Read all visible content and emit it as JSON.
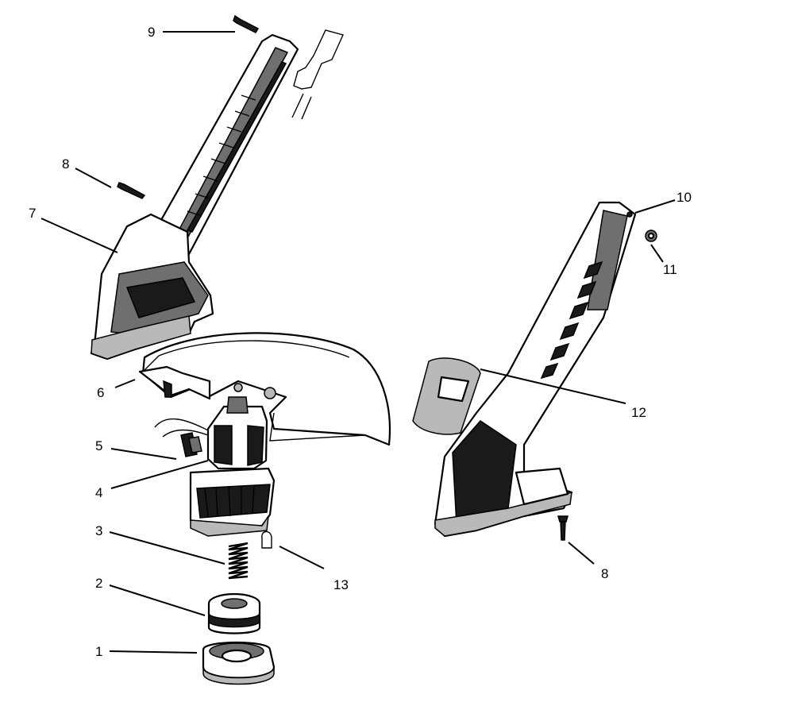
{
  "callouts": [
    {
      "id": "1",
      "text": "1"
    },
    {
      "id": "2",
      "text": "2"
    },
    {
      "id": "3",
      "text": "3"
    },
    {
      "id": "4",
      "text": "4"
    },
    {
      "id": "5",
      "text": "5"
    },
    {
      "id": "6",
      "text": "6"
    },
    {
      "id": "7",
      "text": "7"
    },
    {
      "id": "8a",
      "text": "8"
    },
    {
      "id": "8b",
      "text": "8"
    },
    {
      "id": "9",
      "text": "9"
    },
    {
      "id": "10",
      "text": "10"
    },
    {
      "id": "11",
      "text": "11"
    },
    {
      "id": "12",
      "text": "12"
    },
    {
      "id": "13",
      "text": "13"
    }
  ]
}
